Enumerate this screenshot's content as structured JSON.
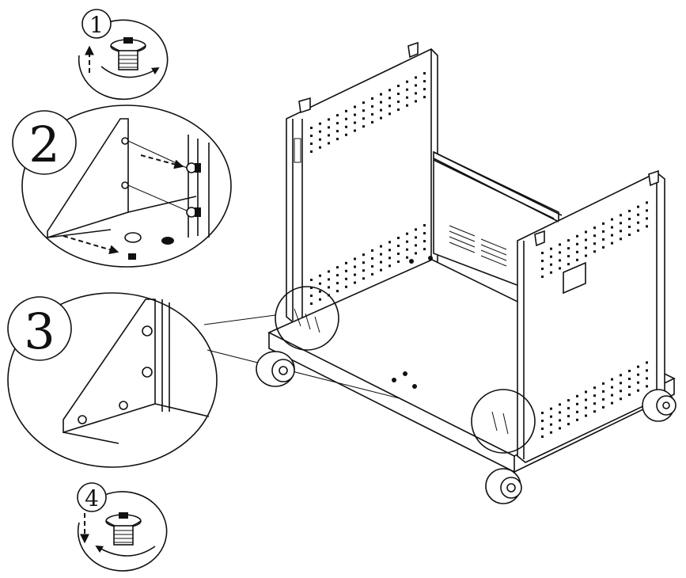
{
  "steps": [
    {
      "number": "1"
    },
    {
      "number": "2"
    },
    {
      "number": "3"
    },
    {
      "number": "4"
    }
  ],
  "colors": {
    "line": "#111111",
    "background": "#ffffff"
  },
  "icons": [
    "up-arrow-icon",
    "down-arrow-icon",
    "rotate-arrow-icon",
    "screw-icon",
    "wheel-icon"
  ]
}
